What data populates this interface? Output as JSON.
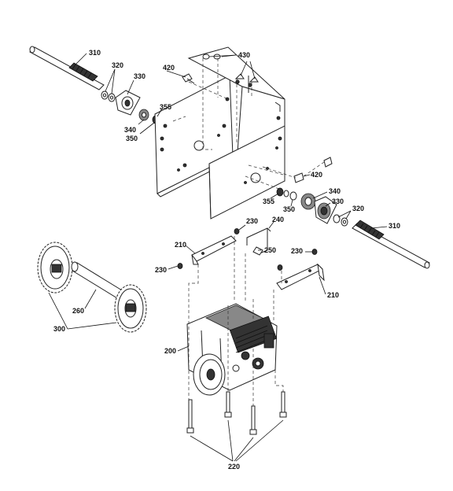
{
  "callouts": {
    "c310a": "310",
    "c320a": "320",
    "c330a": "330",
    "c420a": "420",
    "c430": "430",
    "c355a": "355",
    "c340a": "340",
    "c350a": "350",
    "c420b": "420",
    "c340b": "340",
    "c355b": "355",
    "c330b": "330",
    "c350b": "350",
    "c320b": "320",
    "c310b": "310",
    "c230a": "230",
    "c240": "240",
    "c210a": "210",
    "c250": "250",
    "c230b": "230",
    "c230c": "230",
    "c210b": "210",
    "c260": "260",
    "c300": "300",
    "c200": "200",
    "c220": "220"
  }
}
